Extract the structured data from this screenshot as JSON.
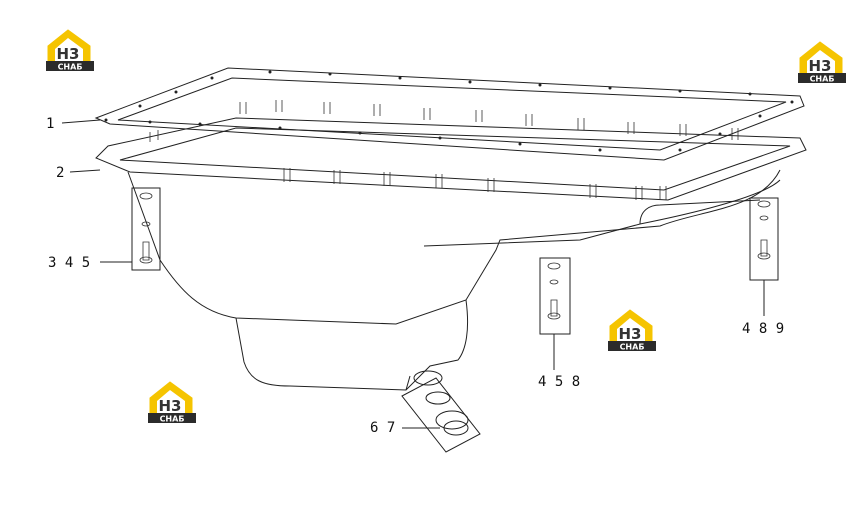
{
  "diagram": {
    "callouts": [
      {
        "id": "c1",
        "text": "1"
      },
      {
        "id": "c2",
        "text": "2"
      },
      {
        "id": "c345",
        "text": "3 4 5"
      },
      {
        "id": "c458",
        "text": "4 5 8"
      },
      {
        "id": "c489",
        "text": "4 8 9"
      },
      {
        "id": "c67",
        "text": "6 7"
      }
    ],
    "watermark": {
      "mark": "H3",
      "sub": "CHAБ",
      "icon": "house-logo-icon",
      "color": "#f5c400"
    }
  }
}
